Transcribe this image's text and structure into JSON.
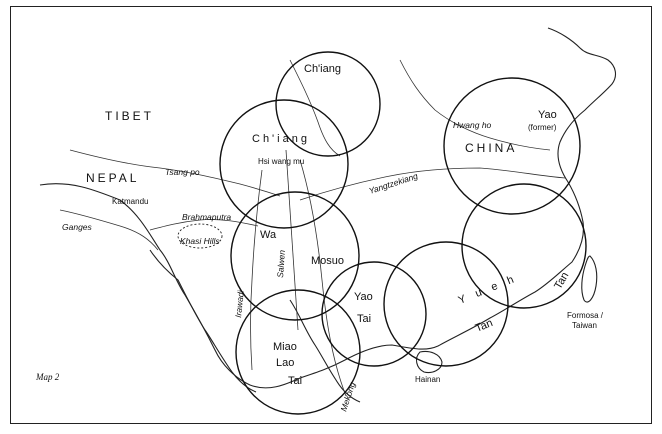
{
  "map": {
    "caption": "Map 2",
    "places": {
      "tibet": "TIBET",
      "nepal": "NEPAL",
      "china": "CHINA",
      "katmandu": "Katmandu",
      "khasi_hills": "Khasi Hills",
      "hainan": "Hainan",
      "formosa": "Formosa /",
      "taiwan": "Taiwan"
    },
    "rivers": {
      "tsang_po": "Tsang po",
      "brahmaputra": "Brahmaputra",
      "ganges": "Ganges",
      "yangtze": "Yangtzekiang",
      "hwang_ho": "Hwang ho",
      "salwen": "Salwen",
      "irawadi": "Irawadi",
      "mekong": "Mekong"
    },
    "regions": {
      "chiang_upper": "Ch'iang",
      "chiang_lower": "Ch'iang",
      "hsi_wang_mu": "Hsi wang mu",
      "yao": "Yao",
      "yao_note": "(former)",
      "wa": "Wa",
      "mosuo": "Mosuo",
      "yao_tai_1": "Yao",
      "yao_tai_2": "Tai",
      "miao": "Miao",
      "lao": "Lao",
      "tai": "Tai",
      "yueh": "Y u e h",
      "tan1": "Tan",
      "tan2": "Tan"
    }
  }
}
